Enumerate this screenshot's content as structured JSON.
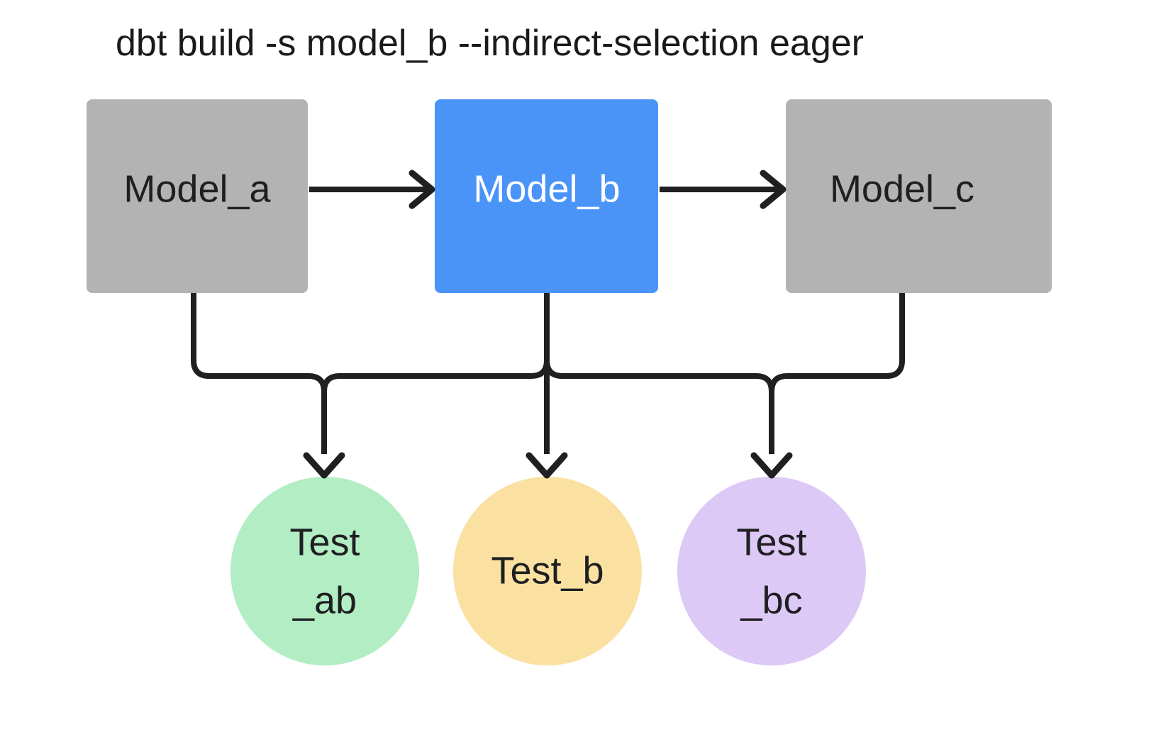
{
  "title": "dbt build -s model_b --indirect-selection eager",
  "colors": {
    "background": "#ffffff",
    "model_inactive": "#b3b3b3",
    "model_selected": "#4a94f8",
    "test_ab": "#b2edc3",
    "test_b": "#fae1a2",
    "test_bc": "#ddc9f5",
    "edge": "#202023",
    "text_dark": "#1f1f22",
    "text_light": "#ffffff"
  },
  "models": [
    {
      "id": "model_a",
      "label": "Model_a",
      "selected": false
    },
    {
      "id": "model_b",
      "label": "Model_b",
      "selected": true
    },
    {
      "id": "model_c",
      "label": "Model_c",
      "selected": false
    }
  ],
  "tests": [
    {
      "id": "test_ab",
      "line1": "Test",
      "line2": "_ab",
      "single": ""
    },
    {
      "id": "test_b",
      "line1": "",
      "line2": "",
      "single": "Test_b"
    },
    {
      "id": "test_bc",
      "line1": "Test",
      "line2": "_bc",
      "single": ""
    }
  ],
  "edges": [
    {
      "from": "model_a",
      "to": "model_b",
      "kind": "model-to-model"
    },
    {
      "from": "model_b",
      "to": "model_c",
      "kind": "model-to-model"
    },
    {
      "from": "model_a",
      "to": "test_ab",
      "kind": "model-to-test"
    },
    {
      "from": "model_b",
      "to": "test_ab",
      "kind": "model-to-test"
    },
    {
      "from": "model_b",
      "to": "test_b",
      "kind": "model-to-test"
    },
    {
      "from": "model_b",
      "to": "test_bc",
      "kind": "model-to-test"
    },
    {
      "from": "model_c",
      "to": "test_bc",
      "kind": "model-to-test"
    }
  ]
}
